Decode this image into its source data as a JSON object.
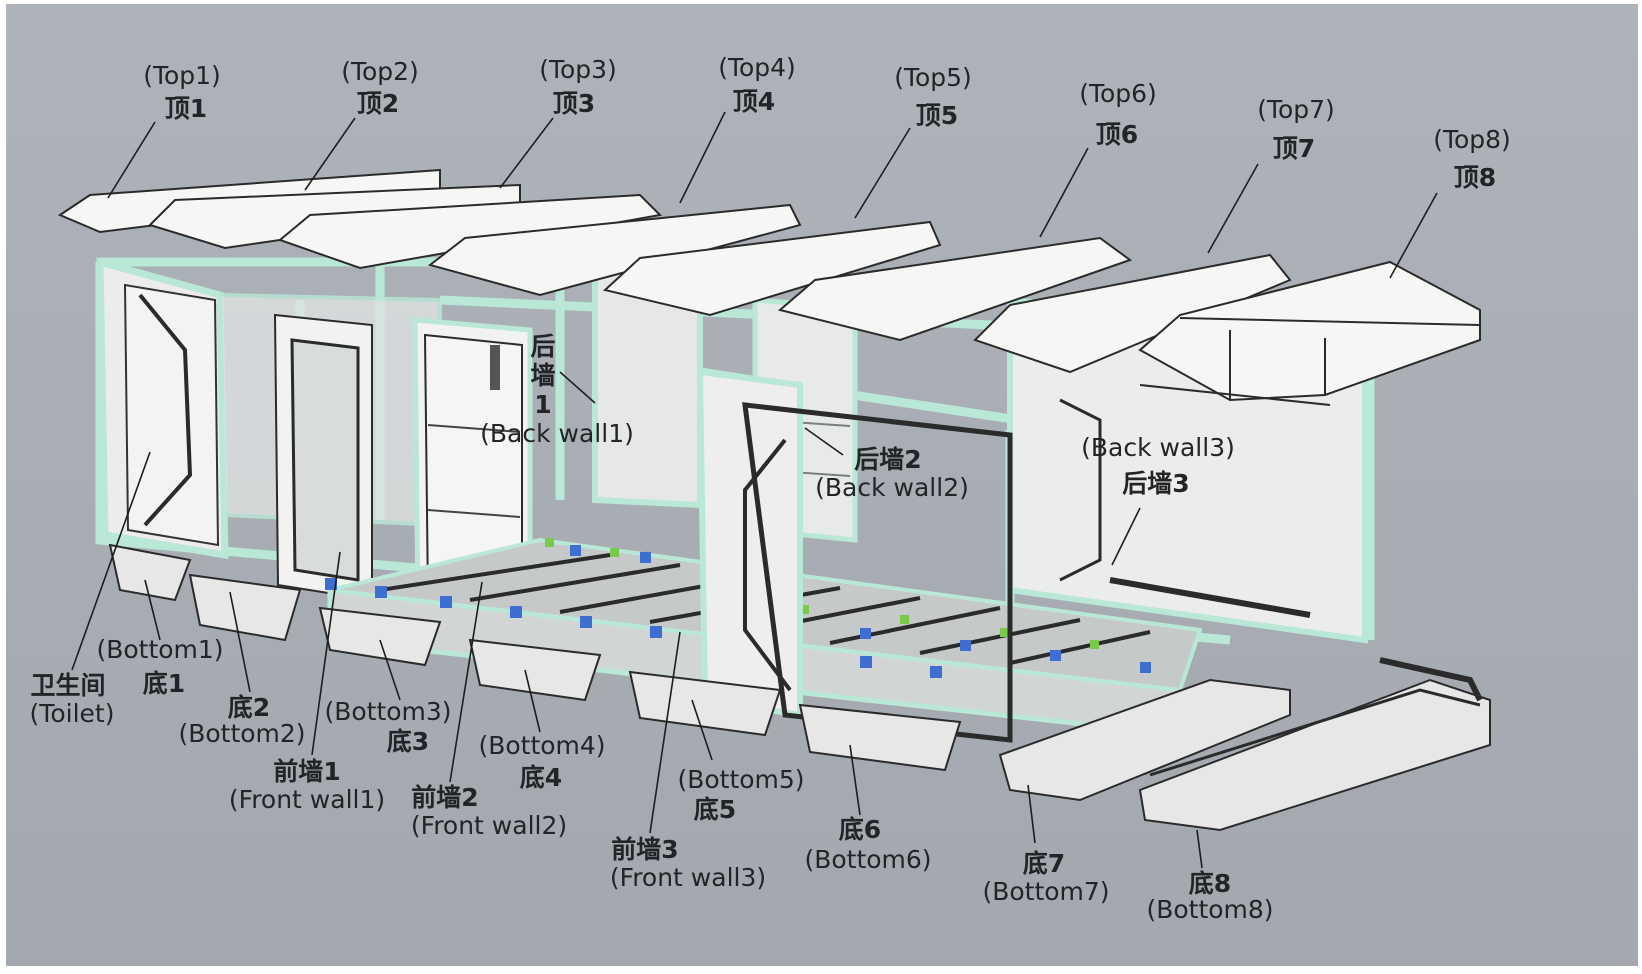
{
  "labels": {
    "top1_en": "(Top1)",
    "top1_zh": "顶1",
    "top2_en": "(Top2)",
    "top2_zh": "顶2",
    "top3_en": "(Top3)",
    "top3_zh": "顶3",
    "top4_en": "(Top4)",
    "top4_zh": "顶4",
    "top5_en": "(Top5)",
    "top5_zh": "顶5",
    "top6_en": "(Top6)",
    "top6_zh": "顶6",
    "top7_en": "(Top7)",
    "top7_zh": "顶7",
    "top8_en": "(Top8)",
    "top8_zh": "顶8",
    "back1_zh_1": "后",
    "back1_zh_2": "墙",
    "back1_zh_3": "1",
    "back1_en": "(Back wall1)",
    "back2_zh": "后墙2",
    "back2_en": "(Back wall2)",
    "back3_en": "(Back wall3)",
    "back3_zh": "后墙3",
    "toilet_zh": "卫生间",
    "toilet_en": "(Toilet)",
    "bottom1_en": "(Bottom1)",
    "bottom1_zh": "底1",
    "bottom2_zh": "底2",
    "bottom2_en": "(Bottom2)",
    "bottom3_en": "(Bottom3)",
    "bottom3_zh": "底3",
    "bottom4_en": "(Bottom4)",
    "bottom4_zh": "底4",
    "bottom5_en": "(Bottom5)",
    "bottom5_zh": "底5",
    "bottom6_zh": "底6",
    "bottom6_en": "(Bottom6)",
    "bottom7_zh": "底7",
    "bottom7_en": "(Bottom7)",
    "bottom8_zh": "底8",
    "bottom8_en": "(Bottom8)",
    "front1_zh": "前墙1",
    "front1_en": "(Front wall1)",
    "front2_zh": "前墙2",
    "front2_en": "(Front wall2)",
    "front3_zh": "前墙3",
    "front3_en": "(Front wall3)"
  },
  "colors": {
    "background": "#a9aeb5",
    "panel": "#f4f4f2",
    "edge": "#2b2b2b",
    "frame_glow": "#b9e8d6",
    "connector": "#3e6fd0",
    "bracket": "#79c94a"
  }
}
